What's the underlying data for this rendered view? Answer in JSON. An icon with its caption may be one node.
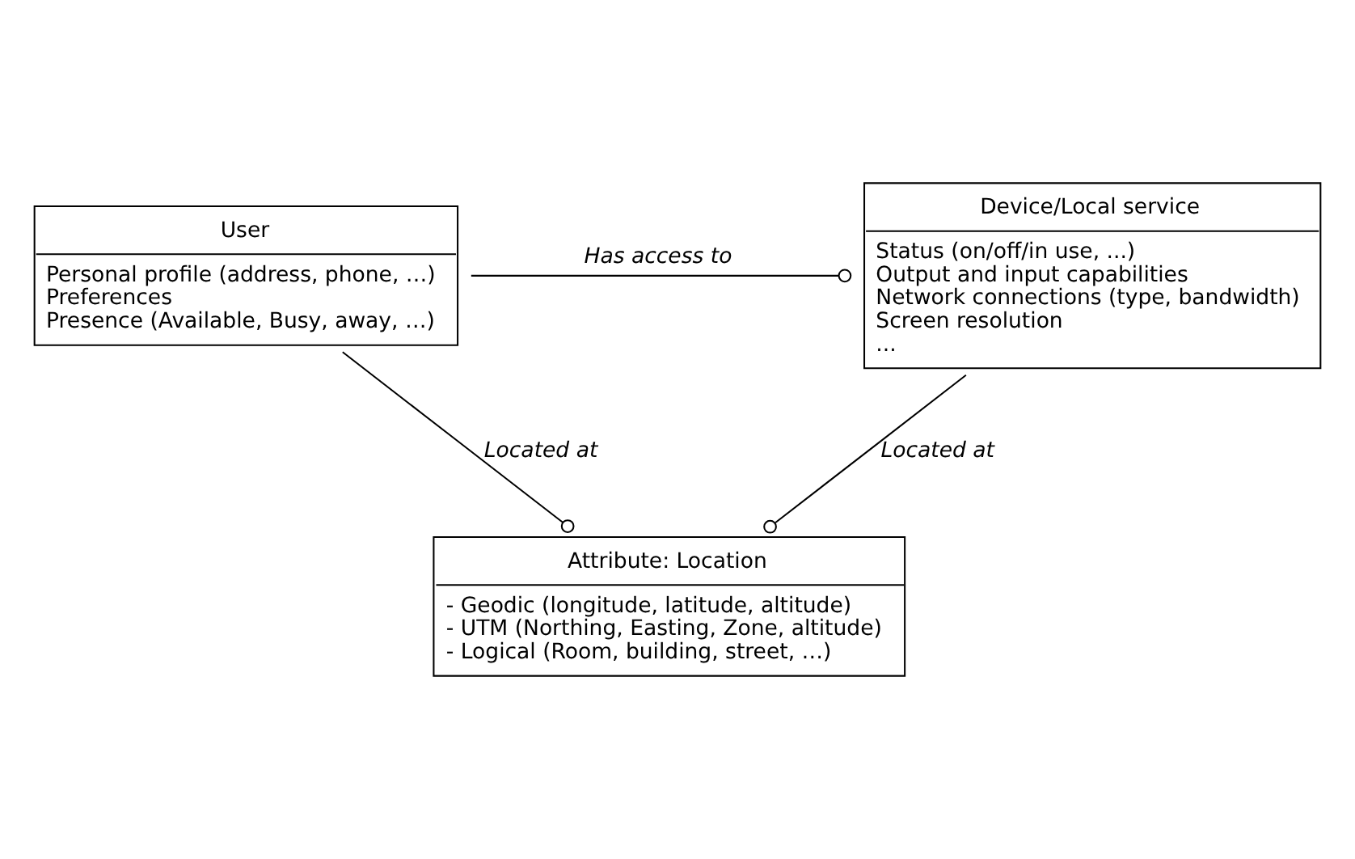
{
  "diagram": {
    "nodes": [
      {
        "text": [
          "User",
          "Personal profile (address, phone, …)",
          "Preferences",
          "Presence (Available, Busy, away, …)"
        ]
      },
      {
        "text": [
          "Device/Local service",
          "Status (on/off/in use, ...)",
          "Output and input capabilities",
          "Network connections (type, bandwidth)",
          "Screen resolution",
          "..."
        ]
      },
      {
        "text": [
          "Attribute: Location",
          "- Geodic (longitude, latitude, altitude)",
          "- UTM (Northing, Easting, Zone, altitude)",
          "- Logical (Room, building, street, …)"
        ]
      }
    ],
    "edges": [
      {
        "from": 0,
        "to": 1,
        "arrow": "other",
        "label": "Has access to"
      },
      {
        "from": 0,
        "to": 2,
        "arrow": "other",
        "label": "Located at"
      },
      {
        "from": 1,
        "to": 2,
        "arrow": "other",
        "label": "Located at"
      }
    ]
  }
}
